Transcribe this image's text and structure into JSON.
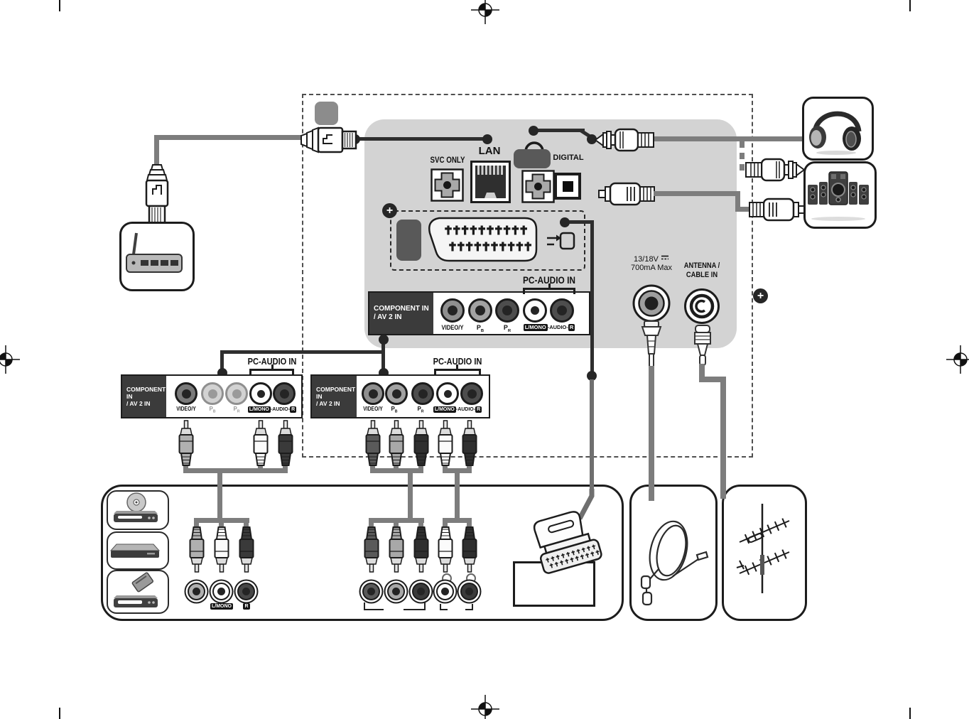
{
  "icons": {
    "plus_marker": "+",
    "registration_mark": "crosshair-circle",
    "headphone_symbol": "headphone-arc",
    "av_in_symbol": "arrow-into-socket",
    "dc_symbol": "line-over-dashed-line"
  },
  "rear_panel": {
    "svc_label": "SVC ONLY",
    "lan_label": "LAN",
    "digital_label": "DIGITAL",
    "power_label_line1": "13/18V",
    "power_label_line2": "700mA Max",
    "antenna_label_line1": "ANTENNA /",
    "antenna_label_line2": "CABLE IN"
  },
  "component_panel": {
    "title_line1": "COMPONENT IN",
    "title_line2": "/ AV 2 IN",
    "pc_audio_label": "PC-AUDIO IN",
    "jack_video_label": "VIDEO/Y",
    "jack_p": "P",
    "sub_b": "B",
    "sub_r": "R",
    "jack_lmono_label": "L/MONO",
    "jack_audio_mid": "-AUDIO-",
    "jack_r_label": "R"
  },
  "device_panel": {
    "lmono_label": "L/MONO",
    "r_label": "R"
  }
}
